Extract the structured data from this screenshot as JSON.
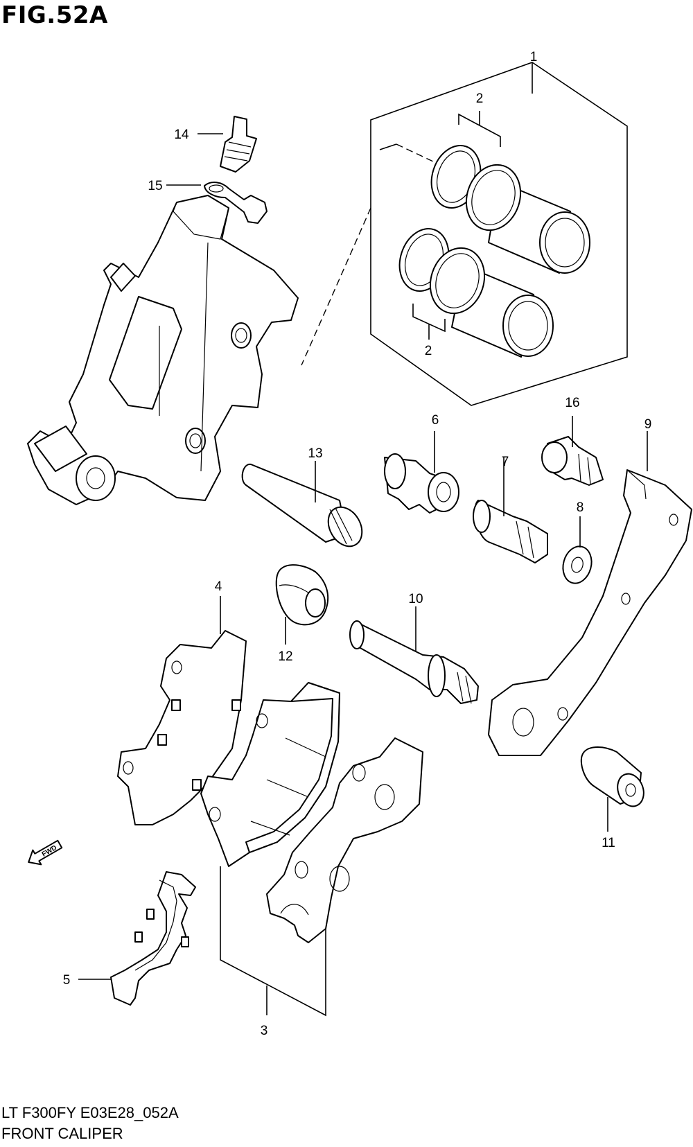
{
  "figure_title": "FIG.52A",
  "model_code": "LT F300FY E03E28_052A",
  "diagram_name": "FRONT CALIPER",
  "fwd_label": "FWD",
  "callouts": {
    "p1": "1",
    "p2a": "2",
    "p2b": "2",
    "p3": "3",
    "p4": "4",
    "p5": "5",
    "p6": "6",
    "p7": "7",
    "p8": "8",
    "p9": "9",
    "p10": "10",
    "p11": "11",
    "p12": "12",
    "p13": "13",
    "p14": "14",
    "p15": "15",
    "p16": "16"
  }
}
